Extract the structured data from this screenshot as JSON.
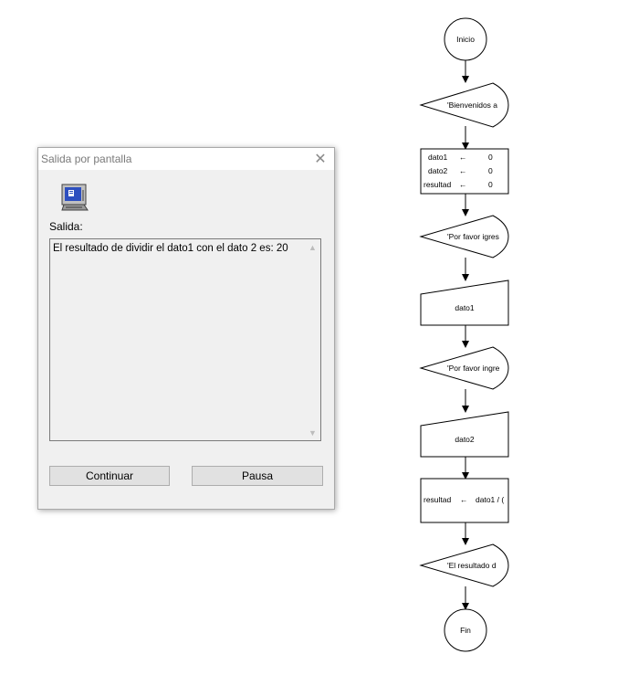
{
  "dialog": {
    "title": "Salida por pantalla",
    "close_glyph": "✕",
    "output_label": "Salida:",
    "output_text": "El resultado de dividir el dato1 con el dato 2 es: 20",
    "continue_label": "Continuar",
    "pause_label": "Pausa",
    "icon": "computer-monitor-icon"
  },
  "flowchart": {
    "start": "Inicio",
    "welcome": "'Bienvenidos a",
    "assign": {
      "rows": [
        {
          "var": "dato1",
          "arrow": "←",
          "val": "0"
        },
        {
          "var": "dato2",
          "arrow": "←",
          "val": "0"
        },
        {
          "var": "resultad",
          "arrow": "←",
          "val": "0"
        }
      ]
    },
    "prompt1": "'Por favor igres",
    "read1": "dato1",
    "prompt2": "'Por favor ingre",
    "read2": "dato2",
    "calc": {
      "var": "resultad",
      "arrow": "←",
      "expr": "dato1 / ("
    },
    "result": "'El resultado d",
    "end": "Fin"
  }
}
